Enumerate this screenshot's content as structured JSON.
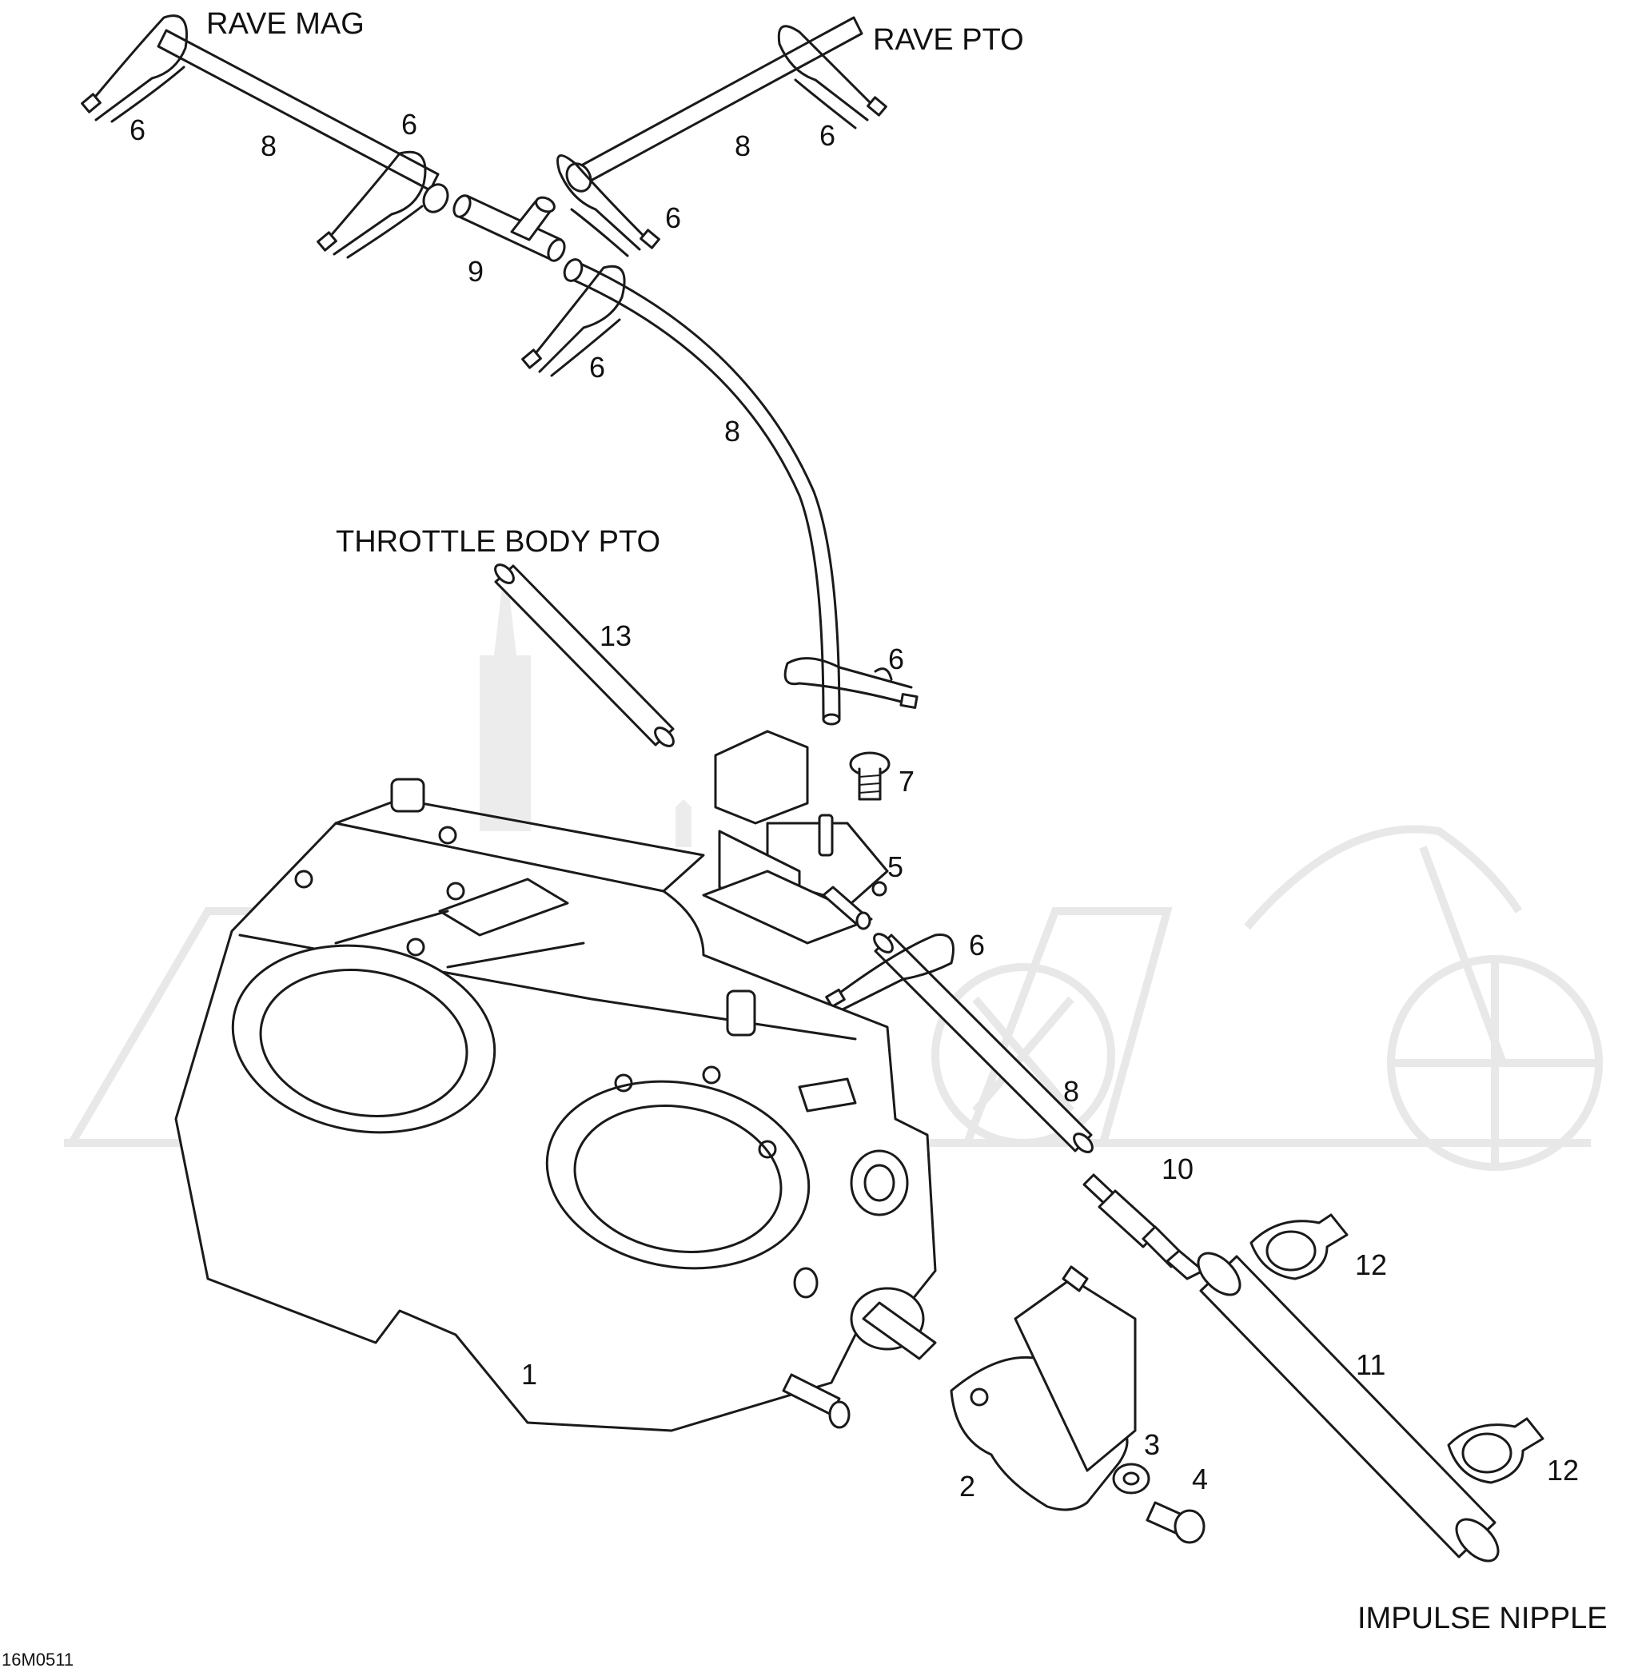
{
  "diagram": {
    "figure_code": "16M0511",
    "callouts": {
      "rave_mag": "RAVE MAG",
      "rave_pto": "RAVE PTO",
      "throttle_body_pto": "THROTTLE BODY PTO",
      "impulse_nipple": "IMPULSE NIPPLE"
    },
    "part_numbers": [
      "6",
      "8",
      "6",
      "9",
      "8",
      "6",
      "6",
      "6",
      "8",
      "13",
      "6",
      "7",
      "5",
      "6",
      "8",
      "10",
      "12",
      "11",
      "1",
      "3",
      "4",
      "2",
      "12"
    ],
    "watermark": {
      "color": "#e8e8e8"
    }
  }
}
